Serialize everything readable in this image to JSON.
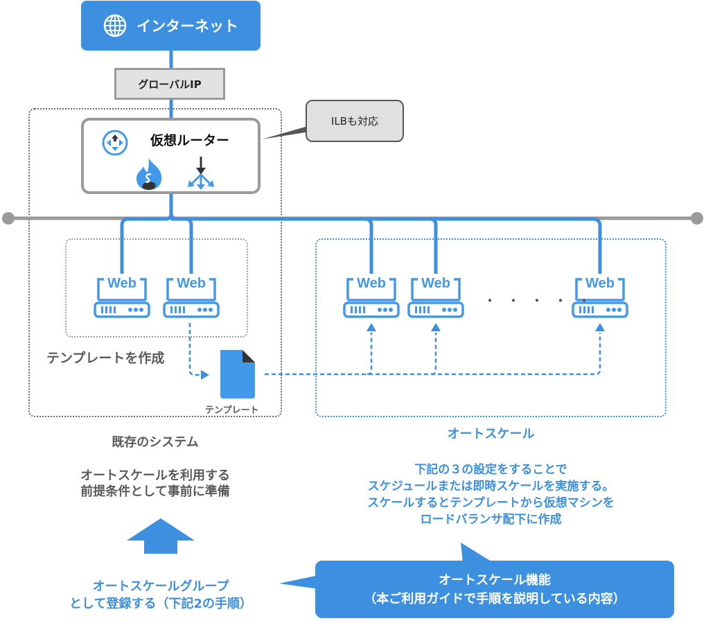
{
  "internet": {
    "label": "インターネット",
    "icon": "globe-icon"
  },
  "global_ip": {
    "label": "グローバルIP"
  },
  "router": {
    "label": "仮想ルーター",
    "icons": [
      "router-icon",
      "firewall-icon",
      "load-balancer-icon"
    ]
  },
  "callout_ilb": {
    "label": "ILBも対応"
  },
  "existing_system": {
    "servers": [
      {
        "label": "Web"
      },
      {
        "label": "Web"
      }
    ],
    "create_template_label": "テンプレートを作成",
    "template_label": "テンプレート",
    "title": "既存のシステム",
    "description_lines": [
      "オートスケールを利用する",
      "前提条件として事前に準備"
    ]
  },
  "autoscale": {
    "servers": [
      {
        "label": "Web"
      },
      {
        "label": "Web"
      },
      {
        "label": "Web"
      }
    ],
    "ellipsis": "・・・・・",
    "title": "オートスケール",
    "description_lines": [
      "下記の３の設定をすることで",
      "スケジュールまたは即時スケールを実施する。",
      "スケールするとテンプレートから仮想マシンを",
      "ロードバランサ配下に作成"
    ]
  },
  "group_register": {
    "lines": [
      "オートスケールグループ",
      "として登録する（下記2の手順）"
    ]
  },
  "feature_callout": {
    "lines": [
      "オートスケール機能",
      "（本ご利用ガイドで手順を説明している内容）"
    ]
  },
  "colors": {
    "accent_blue": "#3d8fe0",
    "gray_line": "#9a9a9a",
    "text_gray": "#5a5a5a"
  }
}
